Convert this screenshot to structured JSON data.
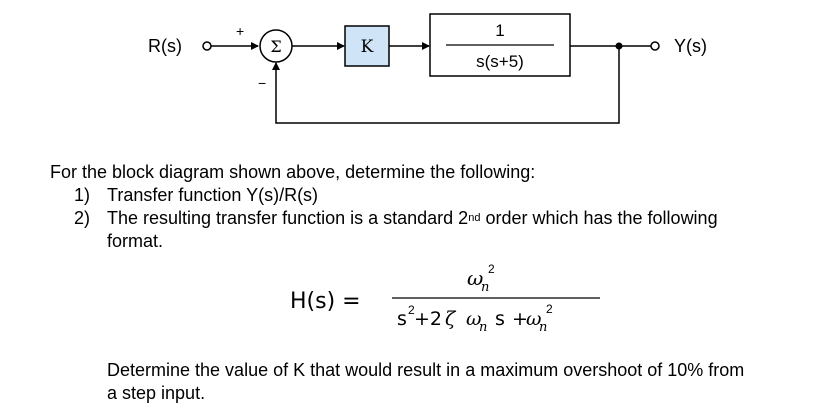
{
  "diagram": {
    "input_label": "R(s)",
    "output_label": "Y(s)",
    "sum_symbol": "Σ",
    "plus_sign": "+",
    "minus_sign": "−",
    "gain_label": "K",
    "plant_numerator": "1",
    "plant_denominator": "s(s+5)"
  },
  "question": {
    "intro": "For the block diagram shown above, determine the following:",
    "items": [
      {
        "number": "1)",
        "text": "Transfer function Y(s)/R(s)"
      },
      {
        "number": "2)",
        "text_before": "The resulting transfer function is a standard 2",
        "sup": "nd",
        "text_after": " order which has the following",
        "text_cont": "format."
      }
    ],
    "final_line1": "Determine the value of K that would result in a maximum overshoot of 10% from",
    "final_line2": "a step input."
  },
  "formula": {
    "lhs": "H(s) =",
    "num_omega": "ω",
    "num_sub": "n",
    "num_sup": "2",
    "den_s": "s",
    "den_s_sup": "2",
    "den_plus2": "+2",
    "den_zeta": "ζ",
    "den_omega": "ω",
    "den_omega_sub": "n",
    "den_s2": "s",
    "den_plus": "+",
    "den_omega2": "ω",
    "den_omega2_sub": "n",
    "den_omega2_sup": "2"
  }
}
